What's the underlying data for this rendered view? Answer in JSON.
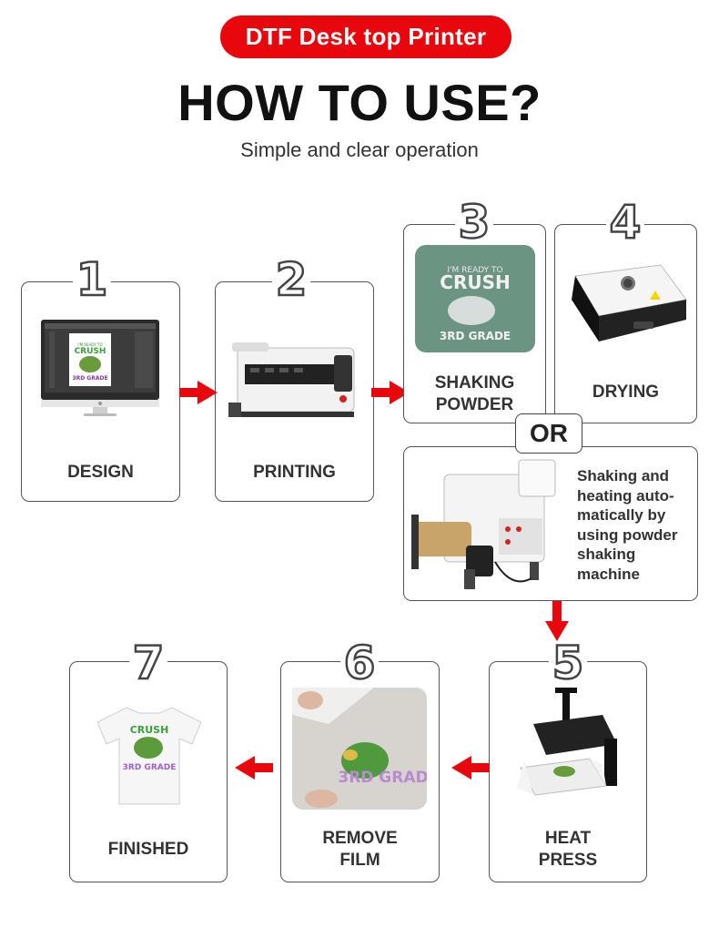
{
  "header": {
    "badge": "DTF Desk top Printer",
    "title": "HOW TO USE?",
    "subtitle": "Simple and clear operation"
  },
  "steps": [
    {
      "number": "1",
      "label": "DESIGN"
    },
    {
      "number": "2",
      "label": "PRINTING"
    },
    {
      "number": "3",
      "label_line1": "SHAKING",
      "label_line2": "POWDER",
      "art_text_top": "I'M READY TO",
      "art_text_mid": "CRUSH",
      "art_text_bottom": "3RD GRADE"
    },
    {
      "number": "4",
      "label": "DRYING"
    },
    {
      "number": "5",
      "label_line1": "HEAT",
      "label_line2": "PRESS"
    },
    {
      "number": "6",
      "label_line1": "REMOVE",
      "label_line2": "FILM",
      "art_text": "3RD GRAD"
    },
    {
      "number": "7",
      "label": "FINISHED",
      "art_text_mid": "CRUSH",
      "art_text_bottom": "3RD GRADE"
    }
  ],
  "or_label": "OR",
  "machine_description": [
    "Shaking and",
    "heating auto-",
    "matically by",
    "using powder",
    "shaking",
    "machine"
  ],
  "monitor_art": {
    "line1": "I'M READY TO",
    "line2": "CRUSH",
    "line3": "3RD GRADE"
  },
  "colors": {
    "accent": "#e8070c",
    "border": "#555555"
  },
  "icons": [
    "arrow-right-icon",
    "arrow-down-icon",
    "arrow-left-icon"
  ]
}
